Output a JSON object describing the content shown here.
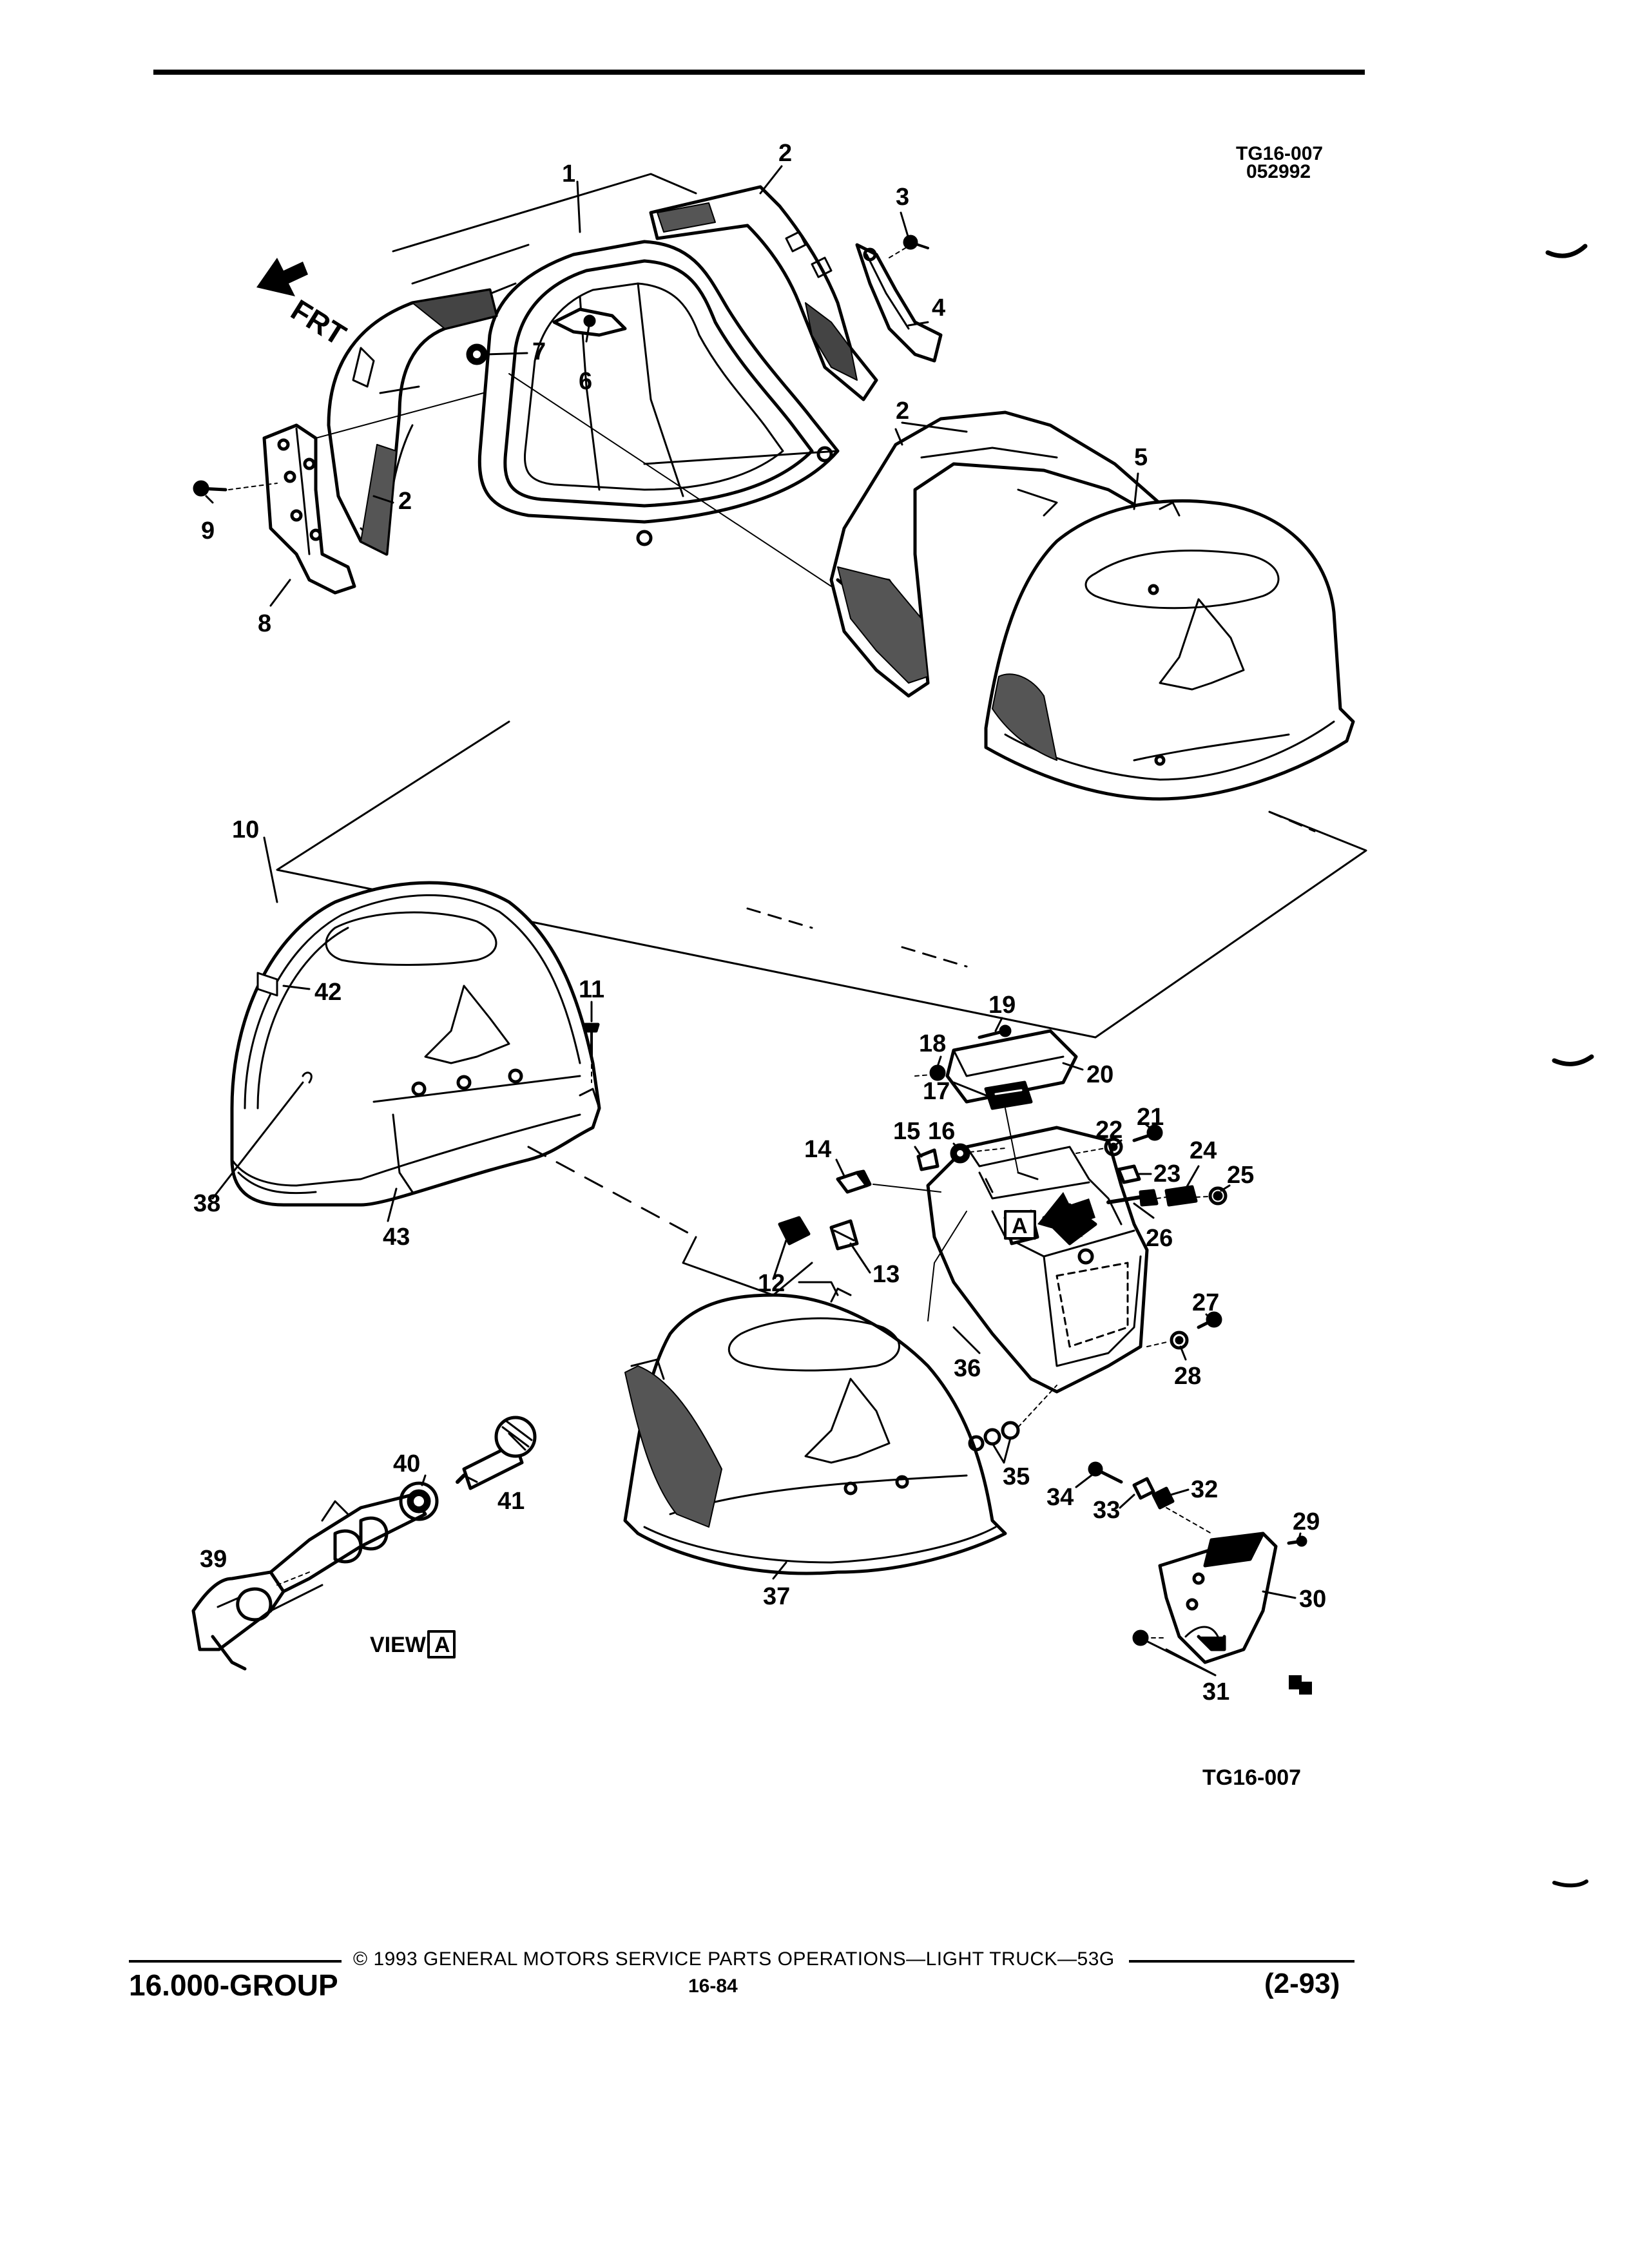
{
  "header": {
    "figure_code": "TG16-007",
    "figure_date": "052992"
  },
  "diagram": {
    "direction_label": "FRT",
    "view_label": "VIEW",
    "view_letter": "A",
    "callouts": [
      "1",
      "2",
      "2",
      "2",
      "3",
      "4",
      "5",
      "6",
      "7",
      "8",
      "9",
      "10",
      "11",
      "12",
      "13",
      "14",
      "15",
      "16",
      "17",
      "18",
      "19",
      "20",
      "21",
      "22",
      "23",
      "24",
      "25",
      "26",
      "27",
      "28",
      "29",
      "30",
      "31",
      "32",
      "33",
      "34",
      "35",
      "36",
      "37",
      "38",
      "39",
      "40",
      "41",
      "42",
      "43"
    ],
    "figure_code_bottom": "TG16-007"
  },
  "footer": {
    "group": "16.000-GROUP",
    "copyright": "© 1993 GENERAL MOTORS SERVICE PARTS OPERATIONS—LIGHT TRUCK—53G",
    "page": "16-84",
    "date": "(2-93)"
  }
}
